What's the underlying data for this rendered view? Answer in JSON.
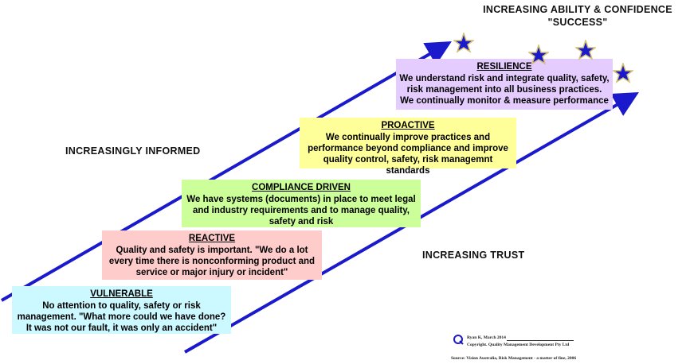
{
  "header": {
    "line1": "INCREASING ABILITY & CONFIDENCE",
    "line2": "\"SUCCESS\""
  },
  "labels": {
    "informed": "INCREASINGLY INFORMED",
    "trust": "INCREASING TRUST"
  },
  "stages": [
    {
      "title": "VULNERABLE",
      "body": "No attention to quality, safety or risk management. \"What more could we have done? It was not our fault, it was only an accident\"",
      "color": "#ccf8ff"
    },
    {
      "title": "REACTIVE",
      "body": "Quality and safety is important. \"We do a lot every time there is nonconforming product and service or major injury or incident\"",
      "color": "#ffcccc"
    },
    {
      "title": "COMPLIANCE DRIVEN",
      "body": "We have systems (documents) in place to meet legal and industry requirements and to manage quality, safety and risk",
      "color": "#ccff99"
    },
    {
      "title": "PROACTIVE",
      "body": "We continually improve practices and performance beyond compliance and improve quality control, safety, risk managemnt standards",
      "color": "#ffff99"
    },
    {
      "title": "RESILIENCE",
      "body": "We understand risk and integrate quality, safety, risk management into all business practices. We continually monitor & measure performance",
      "color": "#e5ccff"
    }
  ],
  "credits": {
    "author": "Ryan K, March 2014",
    "copyright": "Copyright. Quality Management Development Pty Ltd",
    "source": "Source: Vision Australia, Risk Management - a matter of fine, 2006"
  },
  "colors": {
    "arrow": "#1a1acc",
    "star": "#1a1acc",
    "star_edge": "#d4c070"
  }
}
